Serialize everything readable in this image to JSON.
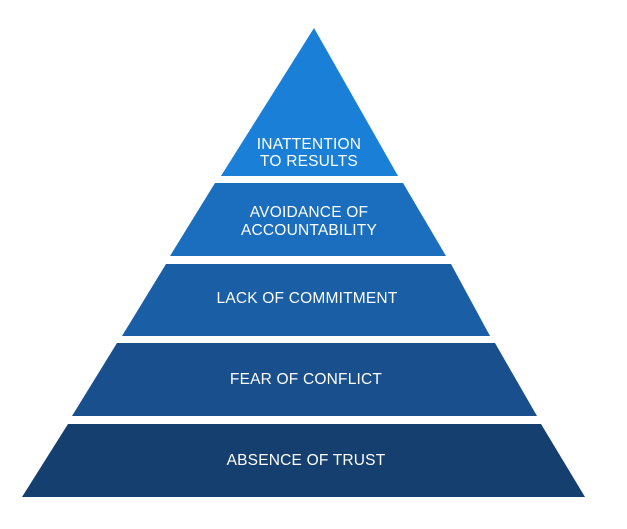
{
  "diagram": {
    "type": "pyramid",
    "levels": [
      {
        "id": "inattention-to-results",
        "lines": [
          "INATTENTION",
          "TO RESULTS"
        ],
        "color": "#1a7fd6"
      },
      {
        "id": "avoidance-of-accountability",
        "lines": [
          "AVOIDANCE OF",
          "ACCOUNTABILITY"
        ],
        "color": "#1b6dbe"
      },
      {
        "id": "lack-of-commitment",
        "lines": [
          "LACK OF COMMITMENT"
        ],
        "color": "#1a5ea6"
      },
      {
        "id": "fear-of-conflict",
        "lines": [
          "FEAR OF CONFLICT"
        ],
        "color": "#184f8c"
      },
      {
        "id": "absence-of-trust",
        "lines": [
          "ABSENCE OF TRUST"
        ],
        "color": "#153f6f"
      }
    ]
  }
}
